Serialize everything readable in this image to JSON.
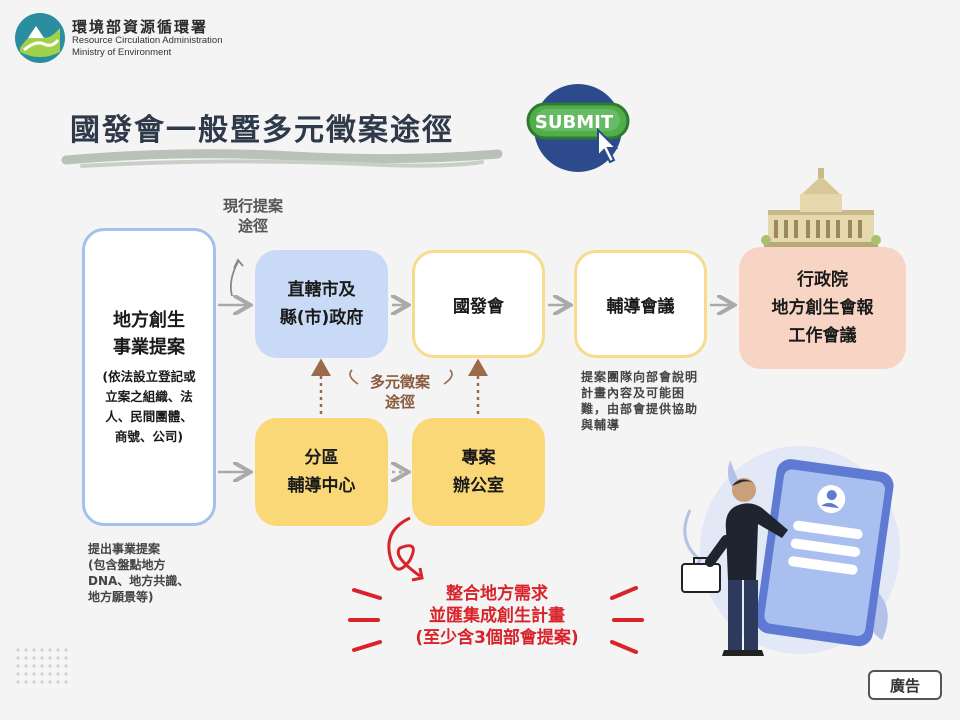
{
  "header": {
    "org_name_cn": "環境部資源循環署",
    "org_name_en_1": "Resource Circulation Administration",
    "org_name_en_2": "Ministry of Environment"
  },
  "title": "國發會一般暨多元徵案途徑",
  "submit_badge": "SUBMIT",
  "nodes": {
    "local": {
      "title_1": "地方創生",
      "title_2": "事業提案",
      "desc_1": "(依法設立登記或",
      "desc_2": "立案之組織、法",
      "desc_3": "人、民間團體、",
      "desc_4": "商號、公司)"
    },
    "city": {
      "line_1": "直轄市及",
      "line_2": "縣(市)政府"
    },
    "ndc": {
      "label": "國發會"
    },
    "coach": {
      "label": "輔導會議"
    },
    "exec": {
      "line_1": "行政院",
      "line_2": "地方創生會報",
      "line_3": "工作會議"
    },
    "zone": {
      "line_1": "分區",
      "line_2": "輔導中心"
    },
    "office": {
      "line_1": "專案",
      "line_2": "辦公室"
    }
  },
  "notes": {
    "current_1": "現行提案",
    "current_2": "途徑",
    "multi_1": "多元徵案",
    "multi_2": "途徑",
    "coach_1": "提案團隊向部會說明",
    "coach_2": "計畫內容及可能困",
    "coach_3": "難，由部會提供協助",
    "coach_4": "與輔導",
    "proposal_1": "提出事業提案",
    "proposal_2": "(包含盤點地方",
    "proposal_3": "DNA、地方共識、",
    "proposal_4": "地方願景等)"
  },
  "highlight": {
    "line_1": "整合地方需求",
    "line_2": "並匯集成創生計畫",
    "line_3": "(至少含3個部會提案)"
  },
  "ad_label": "廣告",
  "colors": {
    "blue_border": "#a6c0ec",
    "blue_fill": "#c9daf6",
    "yellow_border": "#f6dc8d",
    "yellow_fill": "#fbd877",
    "salmon_fill": "#f7d4c3",
    "red": "#d8232a",
    "arrow_gray": "#a9a9a9",
    "dotted_brown": "#9a6a4a"
  }
}
